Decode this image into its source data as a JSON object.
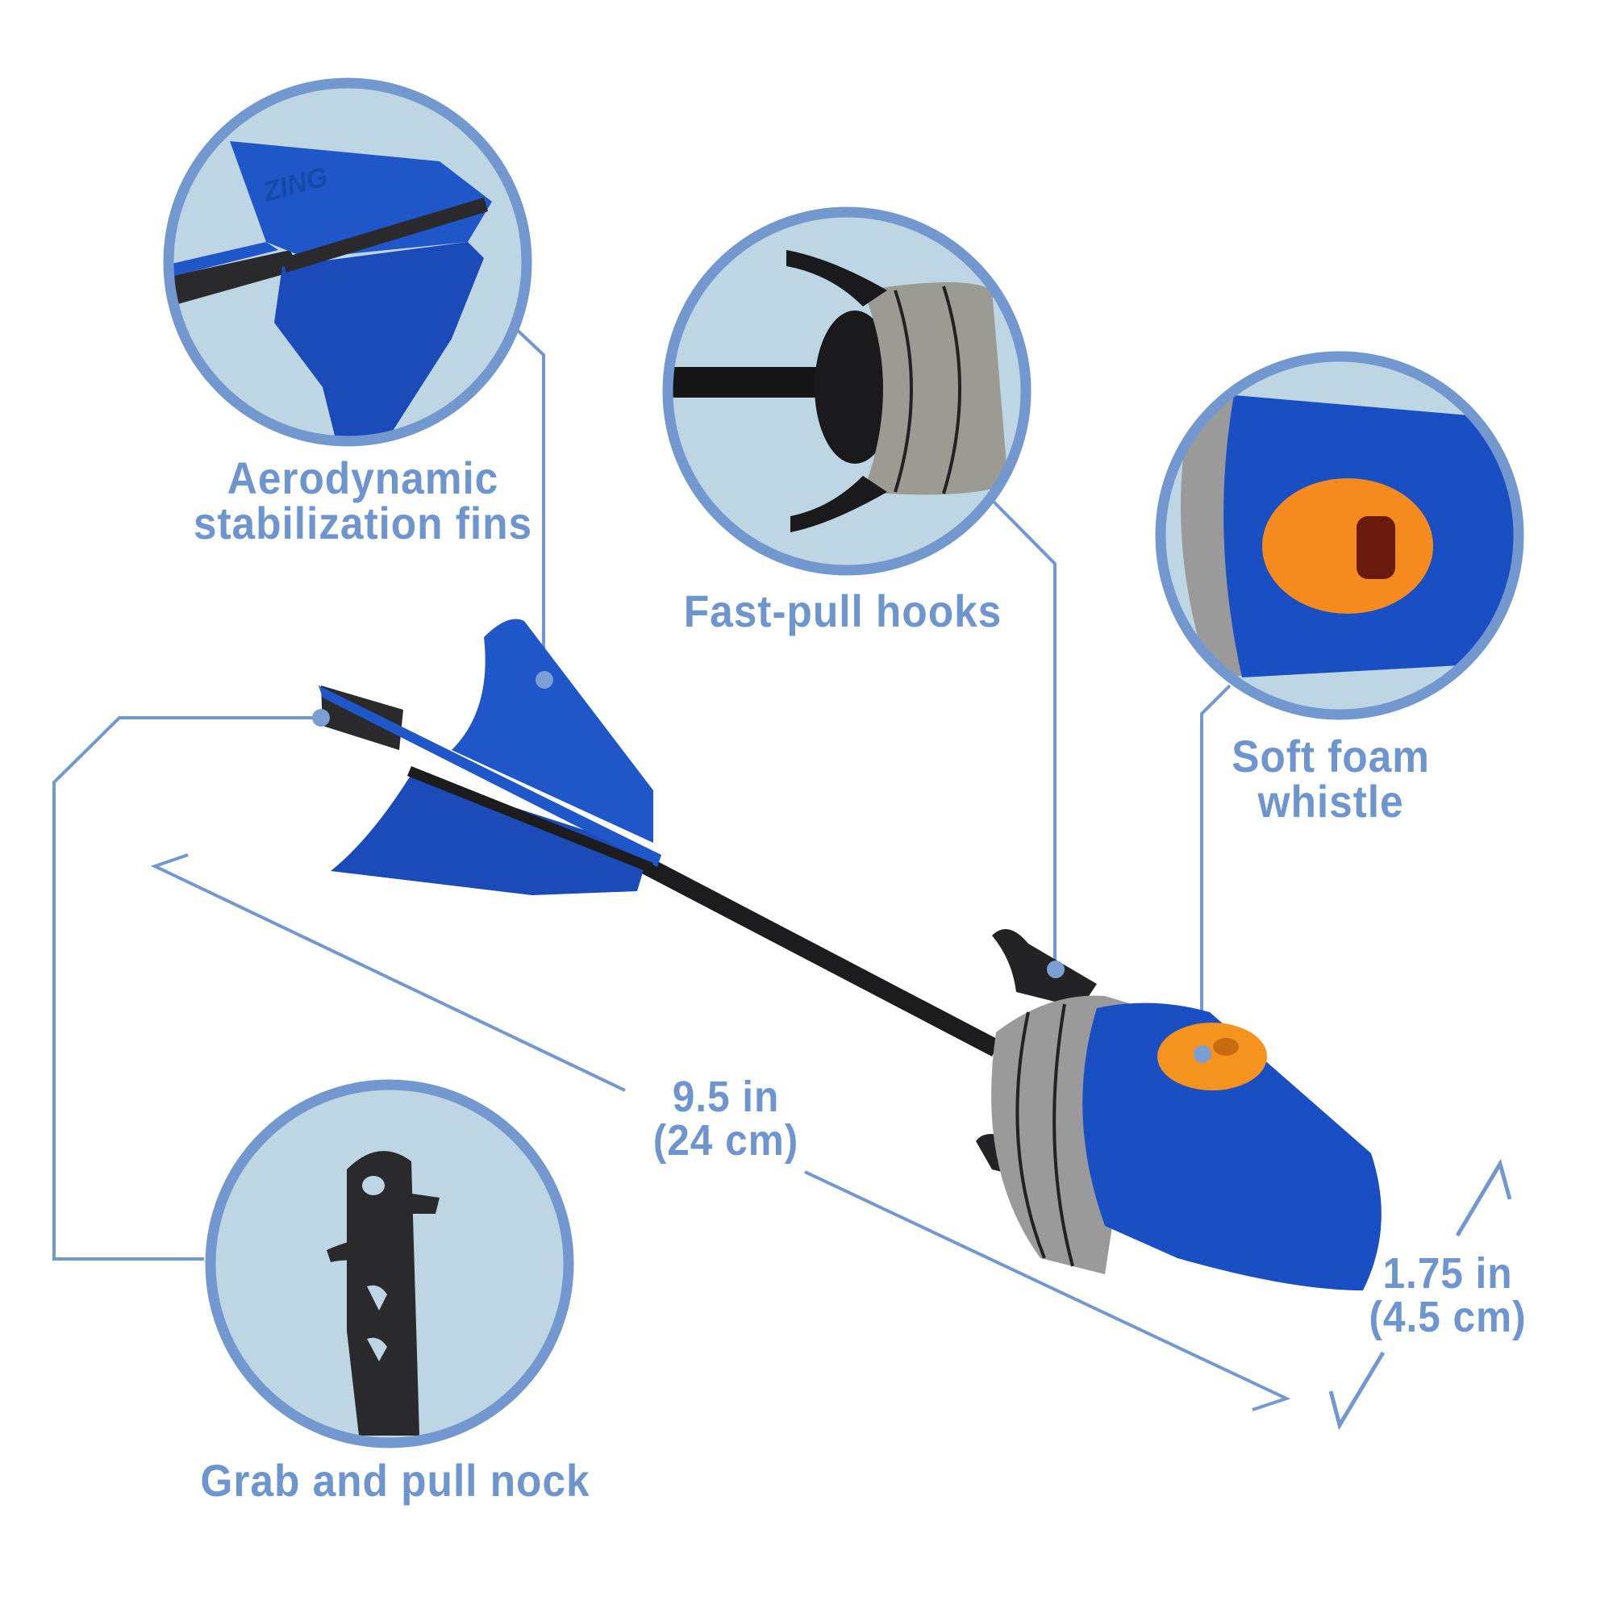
{
  "colors": {
    "accent": "#6f95cf",
    "circle_fill": "#bed5e3",
    "circle_border": "#7398cf",
    "foam_blue": "#1a4fc4",
    "fin_blue": "#1f56c8",
    "foam_gray": "#9a9a9a",
    "whistle_orange": "#f58a1f",
    "plastic_black": "#1c1c1e"
  },
  "callouts": [
    {
      "id": "fins",
      "lines": [
        "Aerodynamic",
        "stabilization fins"
      ]
    },
    {
      "id": "hooks",
      "lines": [
        "Fast-pull hooks"
      ]
    },
    {
      "id": "whistle",
      "lines": [
        "Soft foam",
        "whistle"
      ]
    },
    {
      "id": "nock",
      "lines": [
        "Grab and pull nock"
      ]
    }
  ],
  "dimensions": {
    "length": {
      "imperial": "9.5 in",
      "metric": "(24 cm)"
    },
    "diameter": {
      "imperial": "1.75 in",
      "metric": "(4.5 cm)"
    }
  },
  "branding": {
    "fin_logo": "ZING"
  }
}
